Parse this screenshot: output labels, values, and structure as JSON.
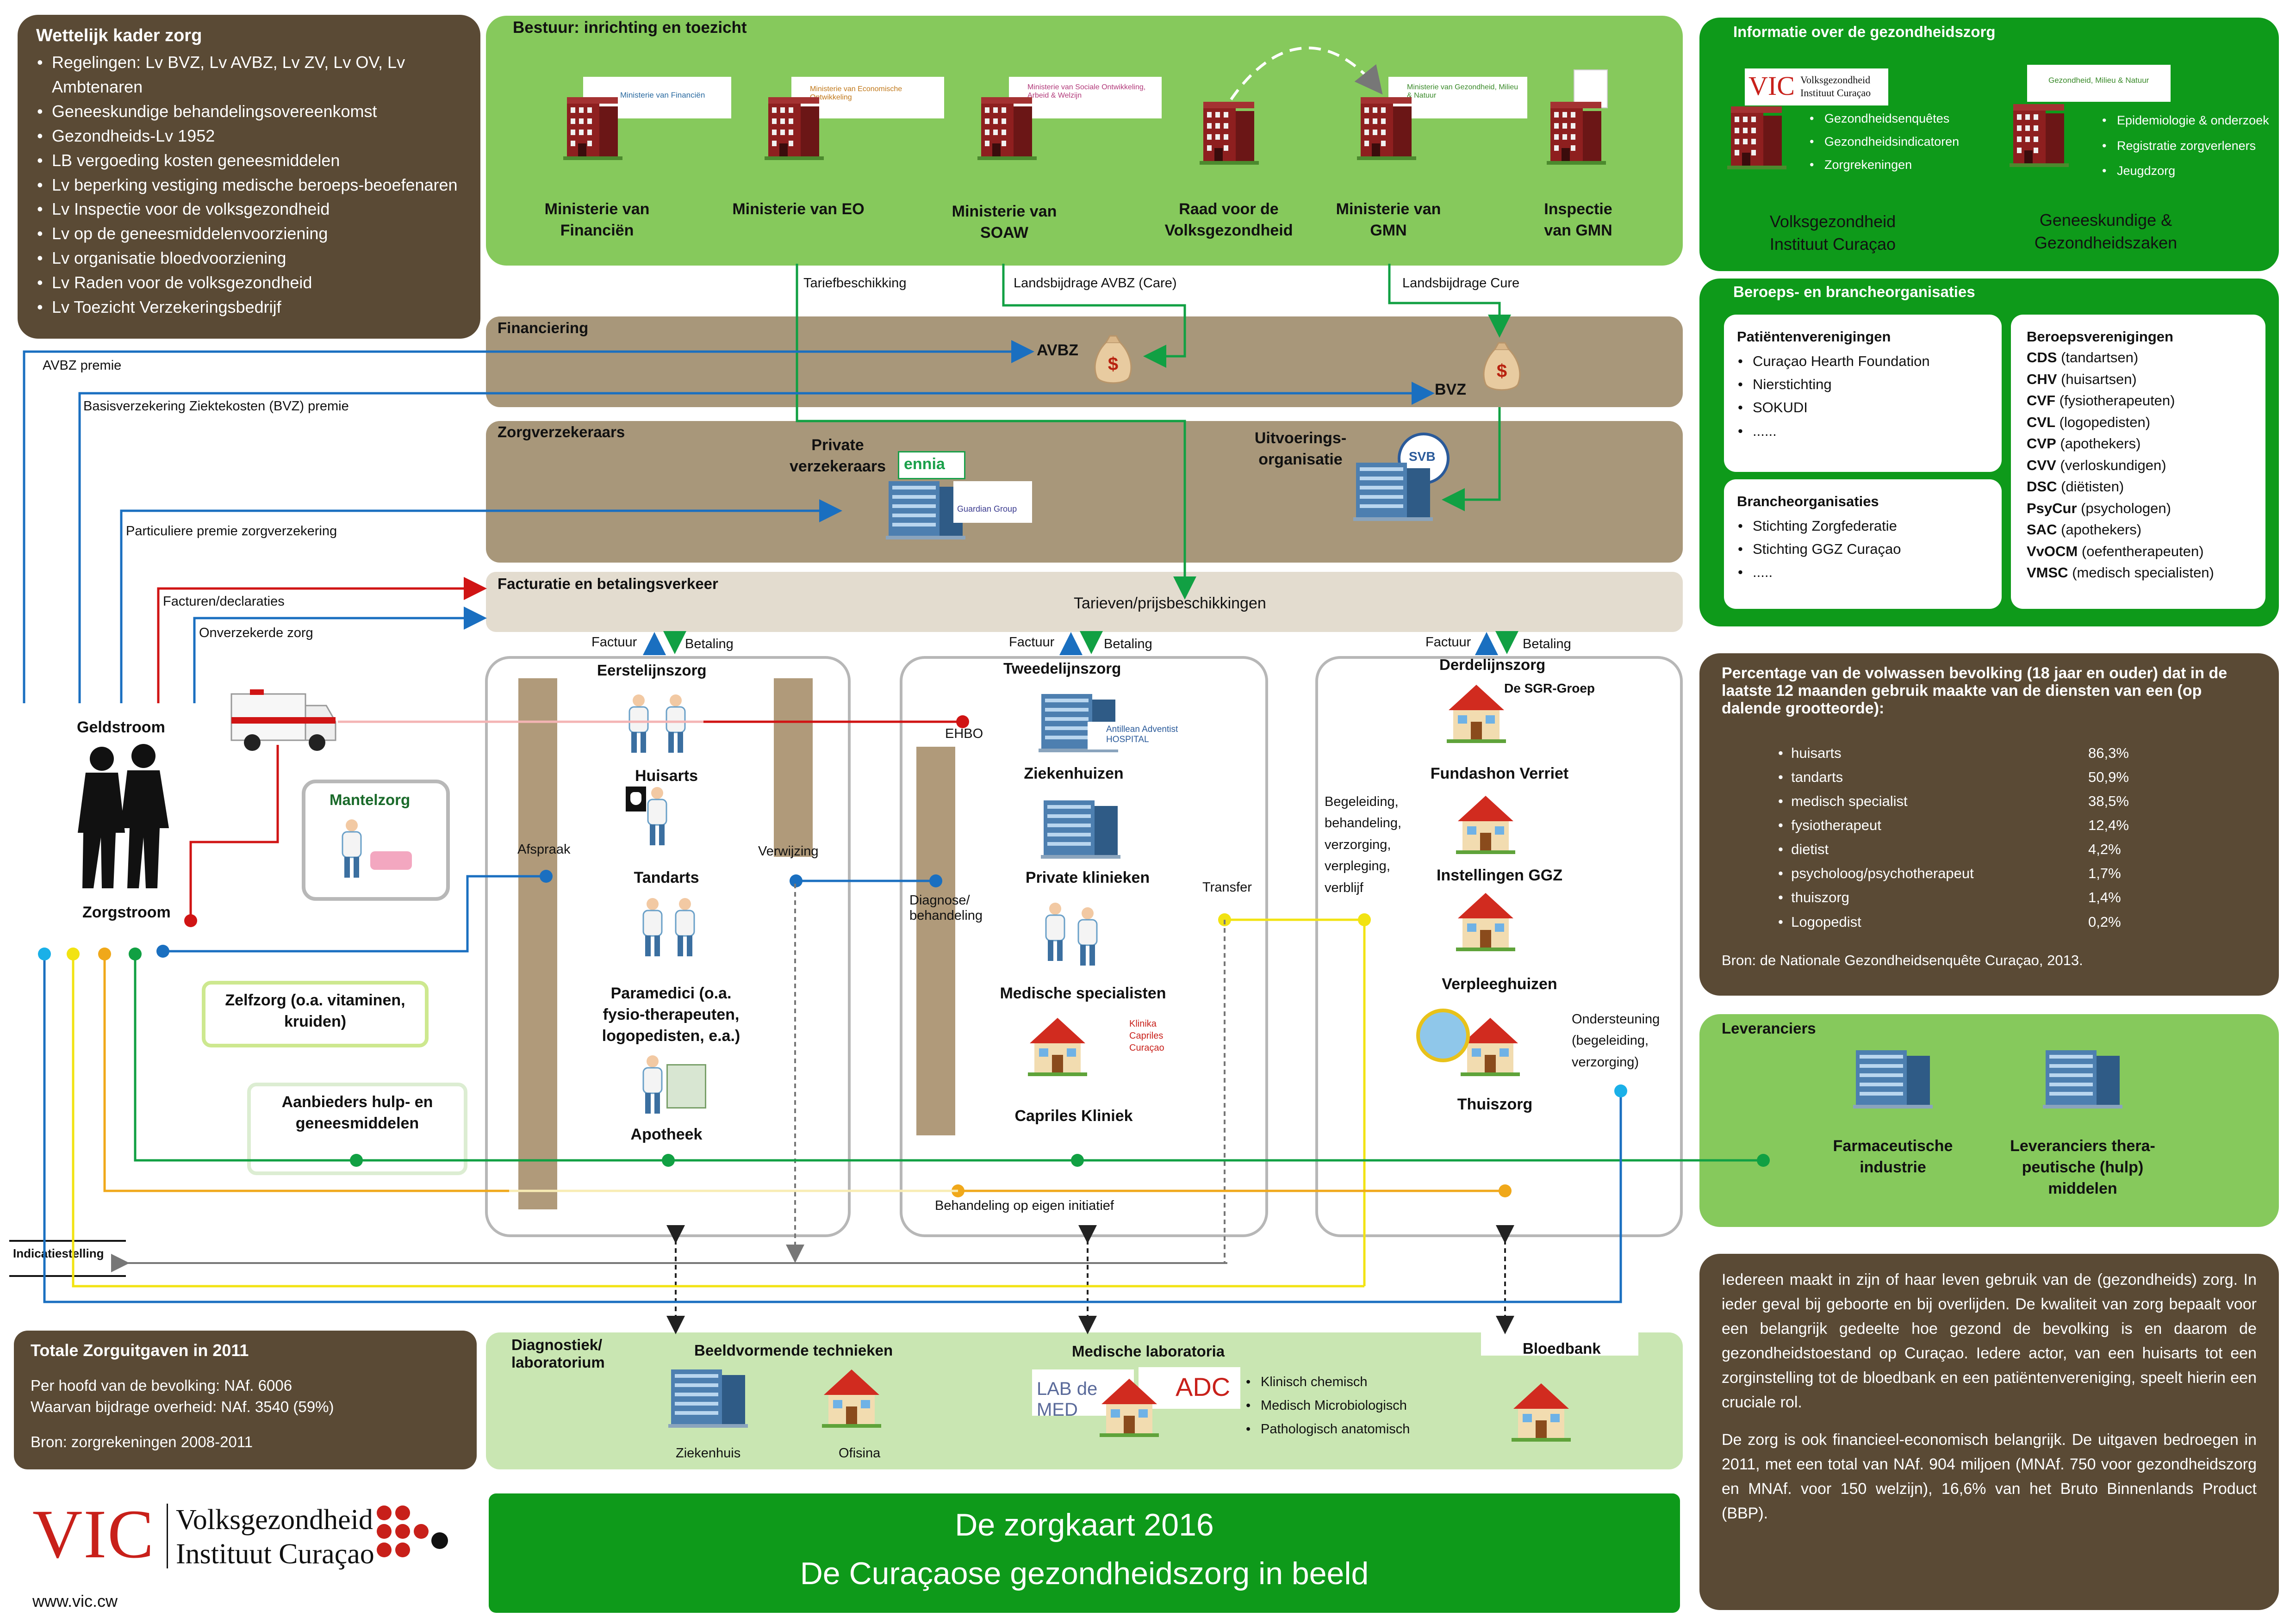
{
  "legal": {
    "title": "Wettelijk kader zorg",
    "items": [
      "Regelingen: Lv BVZ, Lv AVBZ, Lv ZV, Lv OV, Lv Ambtenaren",
      "Geneeskundige behandelingsovereenkomst",
      "Gezondheids-Lv 1952",
      "LB vergoeding kosten geneesmiddelen",
      "Lv beperking vestiging medische beroeps-beoefenaren",
      "Lv Inspectie voor de volksgezondheid",
      "Lv op de geneesmiddelenvoorziening",
      "Lv organisatie bloedvoorziening",
      "Lv Raden voor de volksgezondheid",
      "Lv Toezicht Verzekeringsbedrijf"
    ]
  },
  "governance": {
    "title": "Bestuur: inrichting en toezicht",
    "bodies": [
      "Ministerie van Financiën",
      "Ministerie van EO",
      "Ministerie van SOAW",
      "Raad voor de Volksgezondheid",
      "Ministerie van GMN",
      "Inspectie van GMN"
    ],
    "logos": [
      "Ministerie van Financiën",
      "Ministerie van Economische Ontwikkeling",
      "Ministerie van Sociale Ontwikkeling, Arbeid & Welzijn",
      "Ministerie van Gezondheid, Milieu & Natuur"
    ]
  },
  "info": {
    "title": "Informatie over de gezondheidszorg",
    "vic_items": [
      "Gezondheidsenquêtes",
      "Gezondheidsindicatoren",
      "Zorgrekeningen"
    ],
    "vic_name": "Volksgezondheid Instituut Curaçao",
    "gmn_items": [
      "Epidemiologie & onderzoek",
      "Registratie zorgverleners",
      "Jeugdzorg"
    ],
    "gmn_name": "Geneeskundige & Gezondheidszaken",
    "gmn_logo": "Gezondheid, Milieu & Natuur"
  },
  "orgs": {
    "title": "Beroeps- en brancheorganisaties",
    "patient_title": "Patiëntenverenigingen",
    "patient_items": [
      "Curaçao Hearth Foundation",
      "Nierstichting",
      "SOKUDI",
      "......"
    ],
    "branch_title": "Brancheorganisaties",
    "branch_items": [
      "Stichting Zorgfederatie",
      "Stichting GGZ Curaçao",
      "....."
    ],
    "prof_title": "Beroepsverenigingen",
    "prof_items": [
      {
        "abbr": "CDS",
        "desc": "(tandartsen)"
      },
      {
        "abbr": "CHV",
        "desc": "(huisartsen)"
      },
      {
        "abbr": "CVF",
        "desc": "(fysiotherapeuten)"
      },
      {
        "abbr": "CVL",
        "desc": "(logopedisten)"
      },
      {
        "abbr": "CVP",
        "desc": "(apothekers)"
      },
      {
        "abbr": "CVV",
        "desc": "(verloskundigen)"
      },
      {
        "abbr": "DSC",
        "desc": "(diëtisten)"
      },
      {
        "abbr": "PsyCur",
        "desc": "(psychologen)"
      },
      {
        "abbr": "SAC",
        "desc": "(apothekers)"
      },
      {
        "abbr": "VvOCM",
        "desc": "(oefentherapeuten)"
      },
      {
        "abbr": "VMSC",
        "desc": "(medisch specialisten)"
      }
    ]
  },
  "usage": {
    "title": "Percentage van de volwassen bevolking (18 jaar en ouder) dat in de laatste 12 maanden gebruik maakte van de diensten van een (op dalende grootteorde):",
    "rows": [
      {
        "label": "huisarts",
        "value": "86,3%"
      },
      {
        "label": "tandarts",
        "value": "50,9%"
      },
      {
        "label": "medisch specialist",
        "value": "38,5%"
      },
      {
        "label": "fysiotherapeut",
        "value": "12,4%"
      },
      {
        "label": "dietist",
        "value": "4,2%"
      },
      {
        "label": "psycholoog/psychotherapeut",
        "value": "1,7%"
      },
      {
        "label": "thuiszorg",
        "value": "1,4%"
      },
      {
        "label": "Logopedist",
        "value": "0,2%"
      }
    ],
    "source": "Bron: de Nationale Gezondheidsenquête Curaçao, 2013."
  },
  "suppliers": {
    "title": "Leveranciers",
    "items": [
      "Farmaceutische industrie",
      "Leveranciers thera-peutische (hulp) middelen"
    ]
  },
  "description": {
    "p1": "Iedereen maakt in zijn of haar leven gebruik van de (gezondheids) zorg. In ieder geval bij geboorte en bij overlijden. De kwaliteit van zorg bepaalt voor een belangrijk gedeelte hoe gezond de bevolking is en daarom de gezondheidstoestand op Curaçao. Iedere actor, van een huisarts tot een zorginstelling tot de bloedbank en een patiëntenvereniging, speelt hierin een cruciale rol.",
    "p2": "De zorg is ook financieel-economisch belangrijk. De uitgaven bedroegen in 2011, met een total van NAf. 904 miljoen (MNAf. 750 voor gezondheidszorg en MNAf. voor 150 welzijn), 16,6% van het Bruto Binnenlands Product (BBP)."
  },
  "expenses": {
    "title": "Totale Zorguitgaven in 2011",
    "line1": "Per hoofd van de bevolking: NAf. 6006",
    "line2": "Waarvan bijdrage overheid: NAf. 3540 (59%)",
    "source": "Bron: zorgrekeningen 2008-2011"
  },
  "footer": {
    "logo_letters": "VIC",
    "logo_line1": "Volksgezondheid",
    "logo_line2": "Instituut Curaçao",
    "url": "www.vic.cw",
    "title1": "De zorgkaart 2016",
    "title2": "De Curaçaose gezondheidszorg in beeld"
  },
  "financing": {
    "title": "Financiering",
    "avbz": "AVBZ",
    "bvz": "BVZ",
    "tariff_decision": "Tariefbeschikking",
    "avbz_contribution": "Landsbijdrage AVBZ (Care)",
    "cure_contribution": "Landsbijdrage Cure"
  },
  "insurers": {
    "title": "Zorgverzekeraars",
    "private": "Private verzekeraars",
    "execution": "Uitvoerings-organisatie",
    "logo1": "ennia",
    "logo2": "Guardian Group",
    "logo3": "SVB"
  },
  "billing": {
    "title": "Facturatie en betalingsverkeer",
    "tariffs": "Tarieven/prijsbeschikkingen",
    "invoice": "Factuur",
    "payment": "Betaling"
  },
  "flows": {
    "avbz_premium": "AVBZ premie",
    "bvz_premium": "Basisverzekering Ziektekosten (BVZ) premie",
    "private_premium": "Particuliere premie zorgverzekering",
    "invoices": "Facturen/declaraties",
    "uninsured": "Onverzekerde zorg",
    "money_flow": "Geldstroom",
    "care_flow": "Zorgstroom",
    "informal_care": "Mantelzorg",
    "self_care": "Zelfzorg (o.a. vitaminen, kruiden)",
    "providers": "Aanbieders hulp- en geneesmiddelen",
    "indication": "Indicatiestelling"
  },
  "primary": {
    "title": "Eerstelijnszorg",
    "appointment": "Afspraak",
    "referral": "Verwijzing",
    "items": [
      "Huisarts",
      "Tandarts",
      "Paramedici (o.a. fysio-therapeuten, logopedisten, e.a.)",
      "Apotheek"
    ]
  },
  "secondary": {
    "title": "Tweedelijnszorg",
    "ehbo": "EHBO",
    "diagnosis": "Diagnose/ behandeling",
    "items": [
      "Ziekenhuizen",
      "Private klinieken",
      "Medische specialisten",
      "Capriles Kliniek"
    ],
    "own_initiative": "Behandeling op eigen initiatief",
    "logo_aah": "Antillean Adventist HOSPITAL",
    "logo_capriles": "Klinika Capriles Curaçao"
  },
  "tertiary": {
    "title": "Derdelijnszorg",
    "transfer": "Transfer",
    "guidance": "Begeleiding, behandeling, verzorging, verpleging, verblijf",
    "support": "Ondersteuning (begeleiding, verzorging)",
    "items": [
      "Fundashon Verriet",
      "Instellingen GGZ",
      "Verpleeghuizen",
      "Thuiszorg"
    ],
    "logo_sgr": "De SGR-Groep"
  },
  "diagnostics": {
    "title": "Diagnostiek/ laboratorium",
    "imaging": "Beeldvormende technieken",
    "hospital": "Ziekenhuis",
    "ofisina": "Ofisina",
    "labs": "Medische laboratoria",
    "lab_items": [
      "Klinisch chemisch",
      "Medisch Microbiologisch",
      "Pathologisch anatomisch"
    ],
    "bloodbank": "Bloedbank",
    "logo_labdemed": "LAB de MED",
    "logo_adc": "ADC"
  },
  "colors": {
    "brown": "#5a4a35",
    "green": "#0e9a1a",
    "light_green": "#86c95c",
    "financing": "#a8977a",
    "flow_blue": "#1a6fc0",
    "flow_red": "#d01414",
    "flow_green": "#11a043",
    "flow_yellow": "#f2e312",
    "flow_orange": "#f0a81a"
  }
}
